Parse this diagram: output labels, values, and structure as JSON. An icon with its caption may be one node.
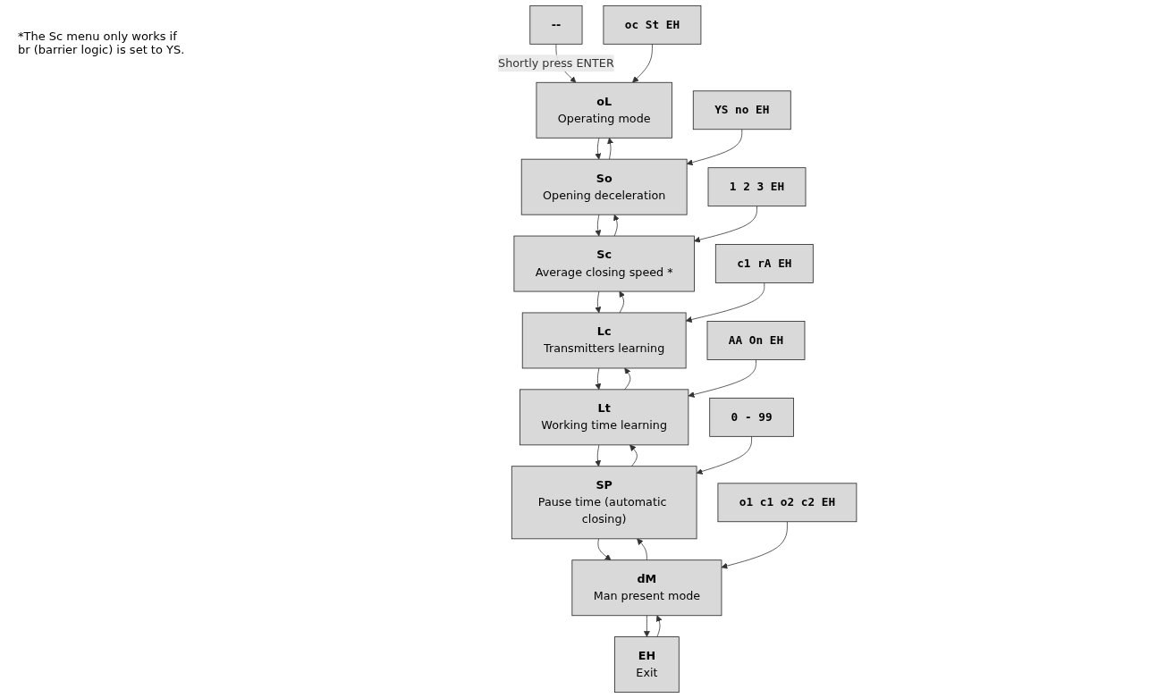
{
  "diagram": {
    "nodes": [
      {
        "text": [
          "--"
        ]
      },
      {
        "text": [
          "oL",
          "Operating mode"
        ]
      },
      {
        "text": [
          "So",
          "Opening deceleration"
        ]
      },
      {
        "text": [
          "Sc",
          "Average closing speed *"
        ]
      },
      {
        "text": [
          "Lc",
          "Transmitters learning"
        ]
      },
      {
        "text": [
          "Lt",
          "Working time learning"
        ]
      },
      {
        "text": [
          "SP",
          "Pause time (automatic closing)"
        ]
      },
      {
        "text": [
          "dM",
          "Man present mode"
        ]
      },
      {
        "text": [
          "EH",
          "Exit"
        ]
      },
      {
        "text": [
          "oc St EH"
        ]
      },
      {
        "text": [
          "YS no EH"
        ]
      },
      {
        "text": [
          "1 2 3 EH"
        ]
      },
      {
        "text": [
          "c1 rA EH"
        ]
      },
      {
        "text": [
          "AA On EH"
        ]
      },
      {
        "text": [
          "0 - 99"
        ]
      },
      {
        "text": [
          "o1 c1 o2 c2 EH"
        ]
      }
    ],
    "edges": [
      {
        "from": 0,
        "to": 1,
        "arrow": "to",
        "label": "Shortly press ENTER"
      },
      {
        "from": 1,
        "to": 2,
        "arrow": "to"
      },
      {
        "from": 2,
        "to": 1,
        "arrow": "to"
      },
      {
        "from": 2,
        "to": 3,
        "arrow": "to"
      },
      {
        "from": 3,
        "to": 2,
        "arrow": "to"
      },
      {
        "from": 3,
        "to": 4,
        "arrow": "to"
      },
      {
        "from": 4,
        "to": 3,
        "arrow": "to"
      },
      {
        "from": 4,
        "to": 5,
        "arrow": "to"
      },
      {
        "from": 5,
        "to": 4,
        "arrow": "to"
      },
      {
        "from": 5,
        "to": 6,
        "arrow": "to"
      },
      {
        "from": 6,
        "to": 5,
        "arrow": "to"
      },
      {
        "from": 6,
        "to": 7,
        "arrow": "to"
      },
      {
        "from": 7,
        "to": 6,
        "arrow": "to"
      },
      {
        "from": 7,
        "to": 8,
        "arrow": "to"
      },
      {
        "from": 8,
        "to": 7,
        "arrow": "to"
      },
      {
        "from": 9,
        "to": 1,
        "arrow": "to"
      },
      {
        "from": 10,
        "to": 2,
        "arrow": "to"
      },
      {
        "from": 11,
        "to": 3,
        "arrow": "to"
      },
      {
        "from": 12,
        "to": 4,
        "arrow": "to"
      },
      {
        "from": 13,
        "to": 5,
        "arrow": "to"
      },
      {
        "from": 14,
        "to": 6,
        "arrow": "to"
      },
      {
        "from": 15,
        "to": 7,
        "arrow": "to"
      }
    ],
    "labels": [
      "*The Sc menu only works if br (barrier logic) is set to YS."
    ]
  }
}
